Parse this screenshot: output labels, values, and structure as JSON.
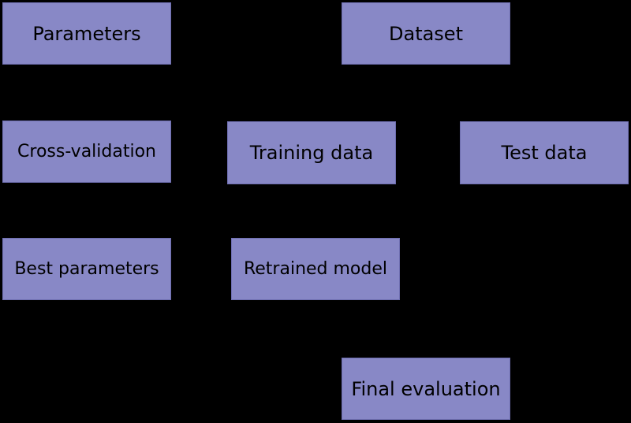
{
  "diagram": {
    "background": "#000000",
    "node_fill": "#8888c6",
    "nodes": {
      "parameters": "Parameters",
      "dataset": "Dataset",
      "cross_validation": "Cross-validation",
      "training_data": "Training data",
      "test_data": "Test data",
      "best_parameters": "Best parameters",
      "retrained_model": "Retrained model",
      "final_evaluation": "Final evaluation"
    }
  }
}
